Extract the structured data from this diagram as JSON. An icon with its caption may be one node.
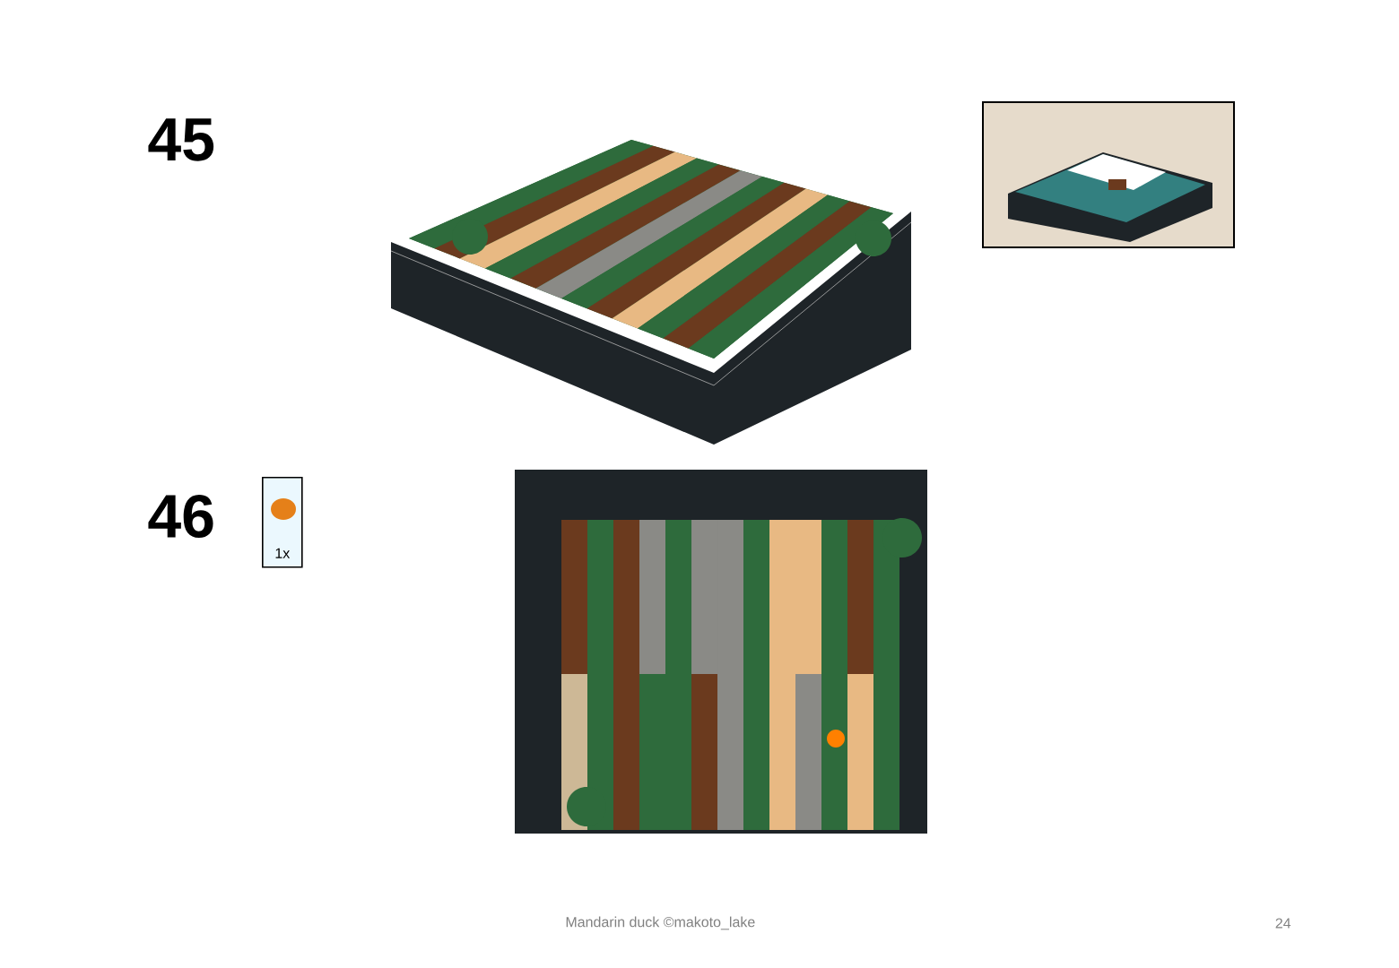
{
  "diagram": {
    "nodes": [
      {
        "text": [
          "1x"
        ]
      }
    ],
    "labels": [
      "45",
      "46",
      "Mandarin duck ©makoto_lake",
      "24"
    ]
  }
}
